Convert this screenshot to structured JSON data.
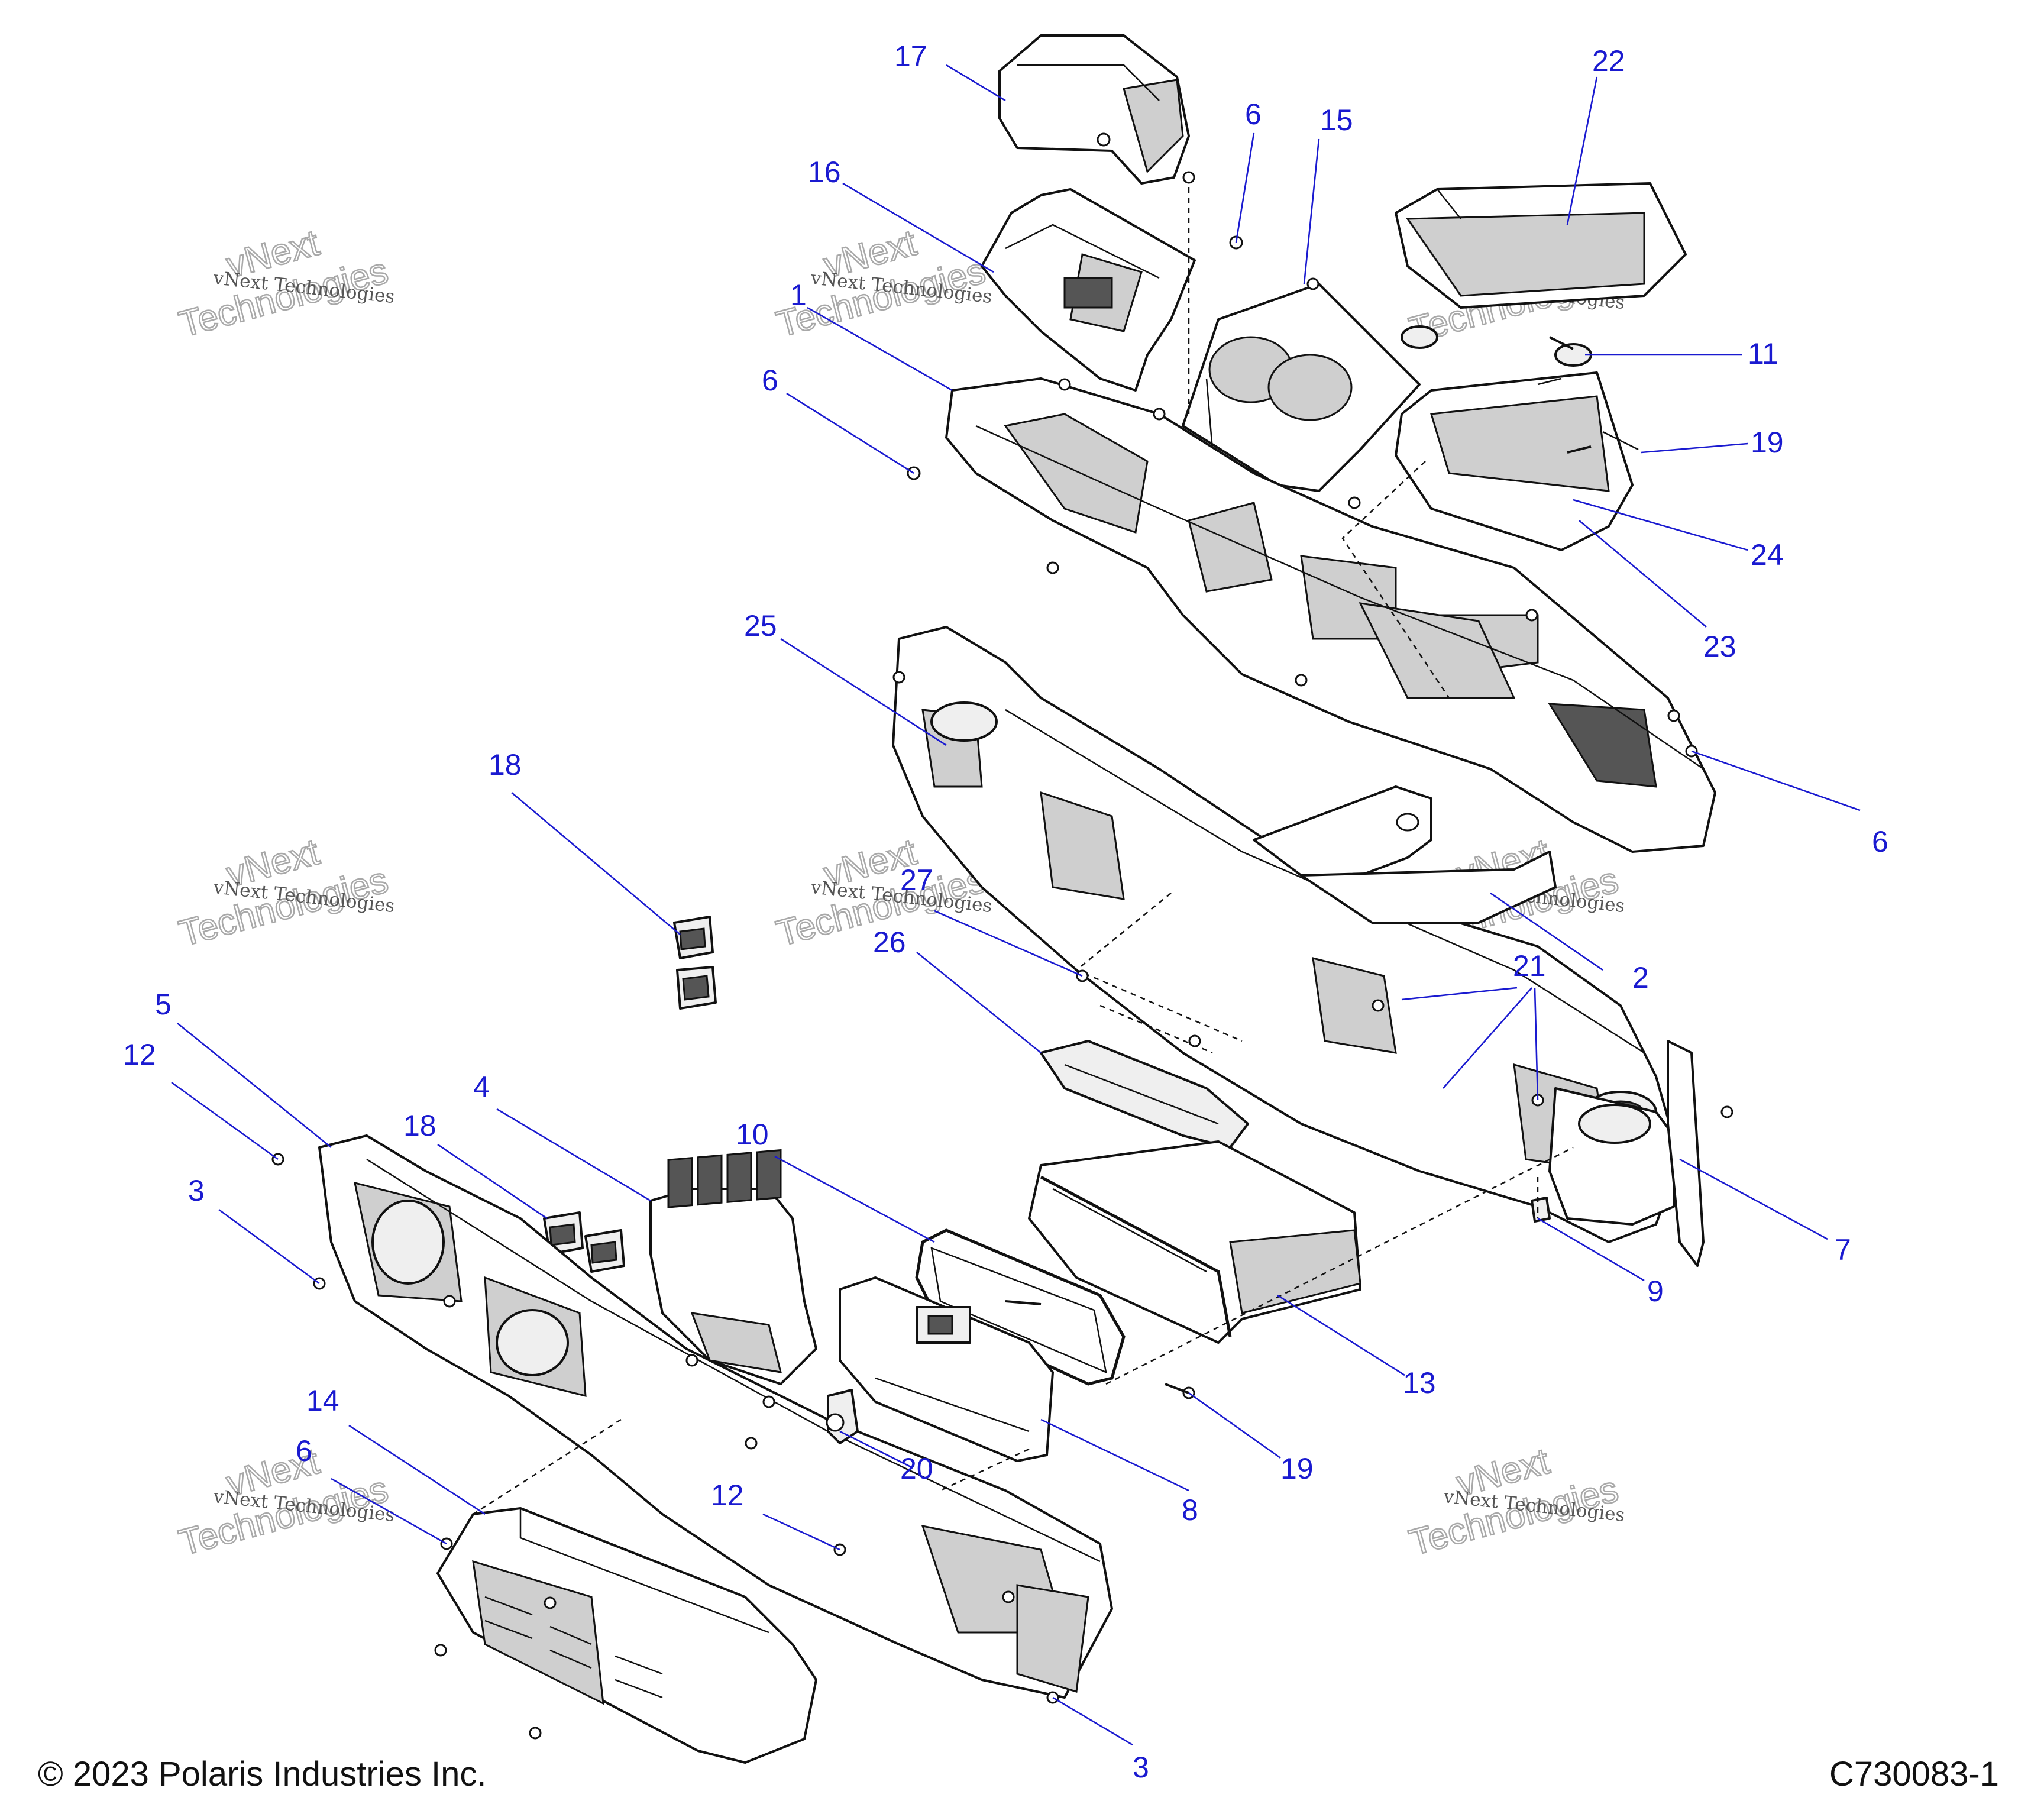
{
  "callouts": [
    {
      "id": "c17",
      "text": "17"
    },
    {
      "id": "c16",
      "text": "16"
    },
    {
      "id": "c1",
      "text": "1"
    },
    {
      "id": "c6a",
      "text": "6"
    },
    {
      "id": "c6b",
      "text": "6"
    },
    {
      "id": "c15",
      "text": "15"
    },
    {
      "id": "c22",
      "text": "22"
    },
    {
      "id": "c11",
      "text": "11"
    },
    {
      "id": "c19a",
      "text": "19"
    },
    {
      "id": "c24",
      "text": "24"
    },
    {
      "id": "c23",
      "text": "23"
    },
    {
      "id": "c25",
      "text": "25"
    },
    {
      "id": "c6c",
      "text": "6"
    },
    {
      "id": "c18a",
      "text": "18"
    },
    {
      "id": "c27",
      "text": "27"
    },
    {
      "id": "c26",
      "text": "26"
    },
    {
      "id": "c2",
      "text": "2"
    },
    {
      "id": "c21",
      "text": "21"
    },
    {
      "id": "c5",
      "text": "5"
    },
    {
      "id": "c12a",
      "text": "12"
    },
    {
      "id": "c18b",
      "text": "18"
    },
    {
      "id": "c4",
      "text": "4"
    },
    {
      "id": "c10",
      "text": "10"
    },
    {
      "id": "c3a",
      "text": "3"
    },
    {
      "id": "c7",
      "text": "7"
    },
    {
      "id": "c9",
      "text": "9"
    },
    {
      "id": "c13",
      "text": "13"
    },
    {
      "id": "c19b",
      "text": "19"
    },
    {
      "id": "c20",
      "text": "20"
    },
    {
      "id": "c8",
      "text": "8"
    },
    {
      "id": "c14",
      "text": "14"
    },
    {
      "id": "c6d",
      "text": "6"
    },
    {
      "id": "c12b",
      "text": "12"
    },
    {
      "id": "c3b",
      "text": "3"
    }
  ],
  "watermark": {
    "small": "vNext Technologies",
    "big_top": "vNext",
    "big_bottom": "Technologies"
  },
  "footer": {
    "copyright": "© 2023 Polaris Industries Inc.",
    "drawing_id": "C730083-1"
  },
  "colors": {
    "callout": "#1a1ad0",
    "line_art": "#111111"
  }
}
